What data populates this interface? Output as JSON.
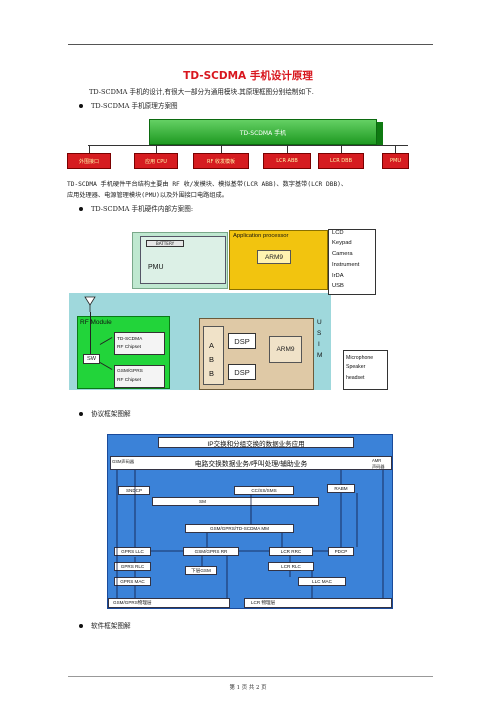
{
  "title": "TD-SCDMA 手机设计原理",
  "intro": "TD-SCDMA 手机的设计,有很大一部分为通用模块.其原理框图分别绘制如下.",
  "bullets": {
    "b1": "TD-SCDMA 手机原理方案图",
    "b2": "TD-SCDMA 手机硬件内部方案图:",
    "b3": "协议框架图解",
    "b4": "软件框架图解"
  },
  "hw_para_line1": "TD-SCDMA 手机硬件平台结构主要由 RF 收/发模块、模拟基带(LCR ABB)、数字基带(LCR DBB)、",
  "hw_para_line2": "应用处理器、电源管理模块(PMU)以及外围接口电路组成。",
  "diagram1": {
    "banner": "TD-SCDMA  手机",
    "blocks": [
      "外围接口",
      "应用 CPU",
      "RF 收发模板",
      "LCR ABB",
      "LCR DBB",
      "PMU"
    ]
  },
  "diagram2": {
    "battery": "BATTERY",
    "pmu": "PMU",
    "app_processor": "Application processor",
    "arm9_top": "ARM9",
    "peripherals": [
      "LCD",
      "Keypad",
      "Camera",
      "Instrument",
      "IrDA",
      "USB"
    ],
    "rf_module": "RF Module",
    "sw": "SW",
    "td_chip": [
      "TD-SCDMA",
      "RF Chipset"
    ],
    "gsm_chip": [
      "GSM/GPRS",
      "RF Chipset"
    ],
    "abb": [
      "A",
      "B",
      "B"
    ],
    "dsp1": "DSP",
    "dsp2": "DSP",
    "arm9_bottom": "ARM9",
    "usim": [
      "U",
      "S",
      "I",
      "M"
    ],
    "audio": [
      "Microphone",
      "Speaker",
      "headset"
    ]
  },
  "diagram3": {
    "top1": "IP交换和分组交换的数据业务应用",
    "top2": "电路交换数据业务/呼叫处理/辅助业务",
    "left_tag": "GSM声码器",
    "right_tag": [
      "AMR",
      "声码器"
    ],
    "sndcp": "SNDCP",
    "cc": "CC/SS/SMS",
    "rabm": "RABM",
    "sm": "SM",
    "mm": "GSM/GPRS/TD-SCDMA MM",
    "gprs_llc": "GPRS LLC",
    "gsm_rr": "GSM/GPRS RR",
    "lcr_rrc": "LCR RRC",
    "pdcp": "PDCP",
    "gprs_rlc": "GPRS RLC",
    "lower_gsm": "下层GSM",
    "lcr_rlc": "LCR RLC",
    "gprs_mac": "GPRS MAC",
    "llc_mac": "LLC MAC",
    "gsm_phy": "GSM/GPRS物理层",
    "lcr_phy": "LCR 物理层"
  },
  "footer": "第 1 页 共 2 页",
  "colors": {
    "title": "#d8161e",
    "banner": "#2fb12f",
    "red_block": "#d61c20",
    "teal": "#9fd8dc",
    "app_yellow": "#f2c40f",
    "rf_green": "#22d43a",
    "dsp_tan": "#dfc9a6",
    "proto_blue": "#3b82d8"
  }
}
